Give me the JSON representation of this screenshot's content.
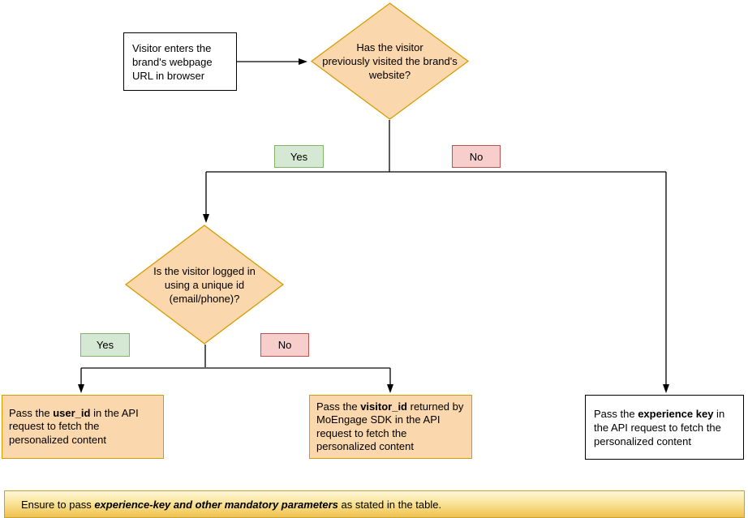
{
  "flowchart": {
    "start": {
      "lines": [
        "Visitor enters the",
        "brand's webpage",
        "URL in browser"
      ]
    },
    "decision_visited": {
      "lines": [
        "Has the visitor",
        "previously visited the brand's",
        "website?"
      ]
    },
    "decision_logged_in": {
      "lines": [
        "Is the visitor logged in",
        "using a unique id",
        "(email/phone)?"
      ]
    },
    "branch_visited_yes": "Yes",
    "branch_visited_no": "No",
    "branch_logged_yes": "Yes",
    "branch_logged_no": "No",
    "outcome_user_id": [
      {
        "t": "Pass the ",
        "s": ""
      },
      {
        "t": "user_id",
        "s": "b"
      },
      {
        "t": " in the API request to fetch the personalized content",
        "s": ""
      }
    ],
    "outcome_visitor_id": [
      {
        "t": "Pass the ",
        "s": ""
      },
      {
        "t": "visitor_id",
        "s": "b"
      },
      {
        "t": " returned by MoEngage SDK in the API request to fetch the personalized content",
        "s": ""
      }
    ],
    "outcome_experience_key": [
      {
        "t": "Pass the ",
        "s": ""
      },
      {
        "t": "experience key",
        "s": "b"
      },
      {
        "t": " in the API request to fetch the personalized content",
        "s": ""
      }
    ]
  },
  "note_banner": [
    {
      "t": "Ensure to pass ",
      "s": ""
    },
    {
      "t": "experience-key and other mandatory parameters",
      "s": "bi"
    },
    {
      "t": " as stated in the table.",
      "s": ""
    }
  ],
  "colors": {
    "decision_fill": "#FAD7AC",
    "decision_stroke": "#D79B00",
    "outcome_fill": "#FAD7AC",
    "outcome_stroke": "#D79B00",
    "yes_fill": "#D5E8D4",
    "yes_stroke": "#82B366",
    "no_fill": "#F8CECC",
    "no_stroke": "#B85450",
    "plain_box_fill": "#FFFFFF",
    "plain_box_stroke": "#000000",
    "note_gradient_top": "#FFF7D7",
    "note_gradient_bottom": "#F0C14D",
    "note_stroke": "#C7A035",
    "connector": "#000000",
    "connector_secondary": "#666666"
  }
}
